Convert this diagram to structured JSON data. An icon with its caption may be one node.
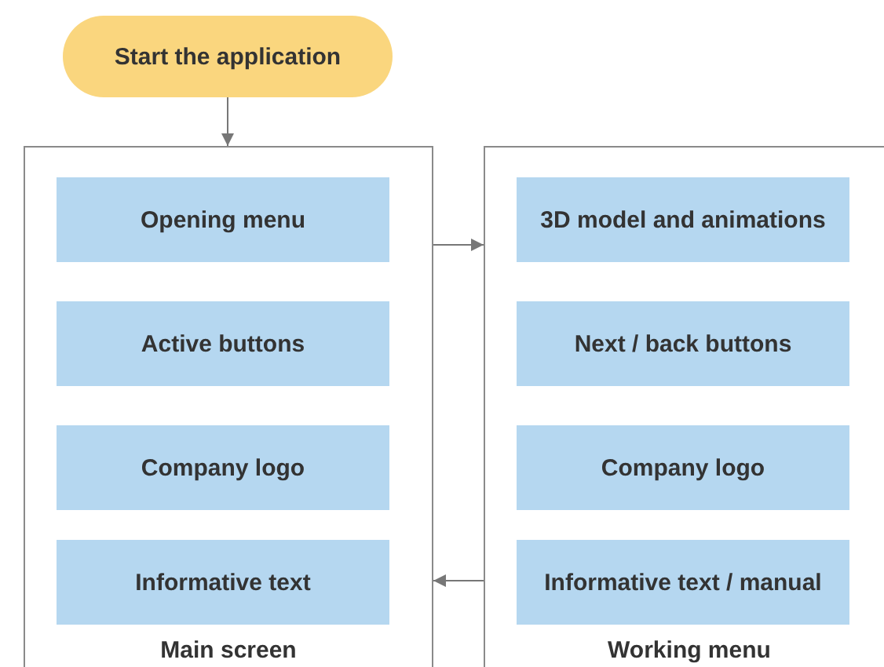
{
  "diagram": {
    "nodes": [
      {
        "text": [
          "Start the application"
        ]
      },
      {
        "text": [
          "Main screen"
        ]
      },
      {
        "text": [
          "Opening menu"
        ],
        "in": 1
      },
      {
        "text": [
          "Active buttons"
        ],
        "in": 1
      },
      {
        "text": [
          "Company logo"
        ],
        "in": 1
      },
      {
        "text": [
          "Informative text"
        ],
        "in": 1
      },
      {
        "text": [
          "Working menu"
        ]
      },
      {
        "text": [
          "3D model and animations"
        ],
        "in": 6
      },
      {
        "text": [
          "Next / back buttons"
        ],
        "in": 6
      },
      {
        "text": [
          "Company logo"
        ],
        "in": 6
      },
      {
        "text": [
          "Informative text / manual"
        ],
        "in": 6
      }
    ],
    "edges": [
      {
        "from": 0,
        "to": 1,
        "arrow": "to"
      },
      {
        "from": 1,
        "to": 6,
        "arrow": "to"
      },
      {
        "from": 6,
        "to": 1,
        "arrow": "to"
      }
    ]
  }
}
